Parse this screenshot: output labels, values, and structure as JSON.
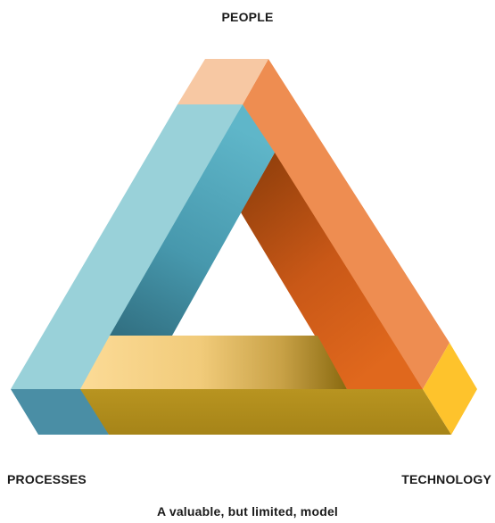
{
  "labels": {
    "top": "PEOPLE",
    "bottom_left": "PROCESSES",
    "bottom_right": "TECHNOLOGY",
    "caption": "A valuable, but limited, model"
  },
  "colors": {
    "people_top_face": "#f7c8a3",
    "people_outer_face": "#ee8d51",
    "people_inner_face_dark": "#8a3c0a",
    "people_inner_face_light": "#e0681d",
    "processes_outer_face": "#99d1d9",
    "processes_inner_face_light": "#5db2c6",
    "processes_inner_face_dark": "#2c6677",
    "processes_bottom_face": "#4a8ea5",
    "technology_top_face_light": "#fbd994",
    "technology_top_face_dark": "#8a6a10",
    "technology_front_face": "#b08c1b",
    "technology_corner_face": "#fec32c"
  }
}
